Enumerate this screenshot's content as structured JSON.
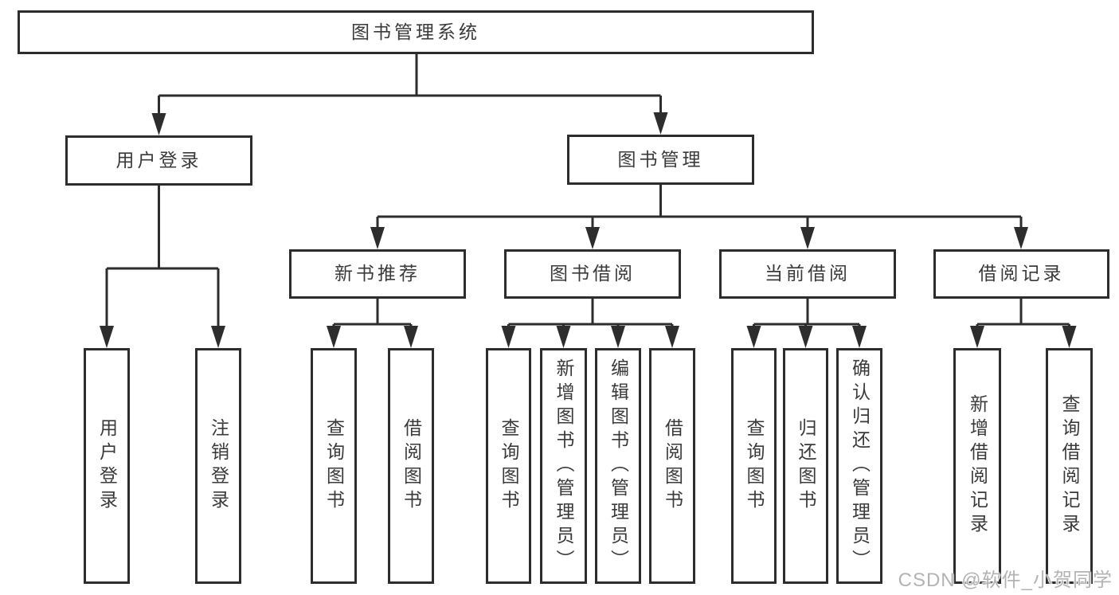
{
  "diagram": {
    "root": {
      "label": "图书管理系统"
    },
    "branches": [
      {
        "label": "用户登录",
        "children": [
          {
            "label": "用户登录"
          },
          {
            "label": "注销登录"
          }
        ]
      },
      {
        "label": "图书管理",
        "children": [
          {
            "label": "新书推荐",
            "children": [
              {
                "label": "查询图书"
              },
              {
                "label": "借阅图书"
              }
            ]
          },
          {
            "label": "图书借阅",
            "children": [
              {
                "label": "查询图书"
              },
              {
                "label": "新增图书（管理员）"
              },
              {
                "label": "编辑图书（管理员）"
              },
              {
                "label": "借阅图书"
              }
            ]
          },
          {
            "label": "当前借阅",
            "children": [
              {
                "label": "查询图书"
              },
              {
                "label": "归还图书"
              },
              {
                "label": "确认归还（管理员）"
              }
            ]
          },
          {
            "label": "借阅记录",
            "children": [
              {
                "label": "新增借阅记录"
              },
              {
                "label": "查询借阅记录"
              }
            ]
          }
        ]
      }
    ],
    "watermark": "CSDN @软件_小贺同学",
    "colors": {
      "line": "#2d2d2d",
      "text": "#3a3a3a",
      "watermark": "#b3b3b3",
      "background": "#ffffff"
    }
  }
}
